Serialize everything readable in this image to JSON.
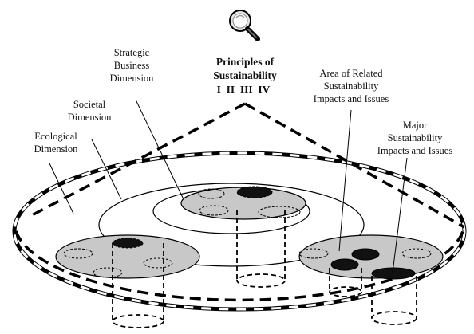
{
  "principles": {
    "title_line1": "Principles of",
    "title_line2": "Sustainability",
    "numerals": "I  II  III  IV"
  },
  "labels": {
    "strategic": [
      "Strategic",
      "Business",
      "Dimension"
    ],
    "societal": [
      "Societal",
      "Dimension"
    ],
    "ecological": [
      "Ecological",
      "Dimension"
    ],
    "related_issues": [
      "Area of Related",
      "Sustainability",
      "Impacts and Issues"
    ],
    "major_issues": [
      "Major",
      "Sustainability",
      "Impacts and Issues"
    ]
  },
  "colors": {
    "shade": "#c8c8c8",
    "dark": "#111111",
    "line": "#000000"
  },
  "icon": "magnifier-icon"
}
